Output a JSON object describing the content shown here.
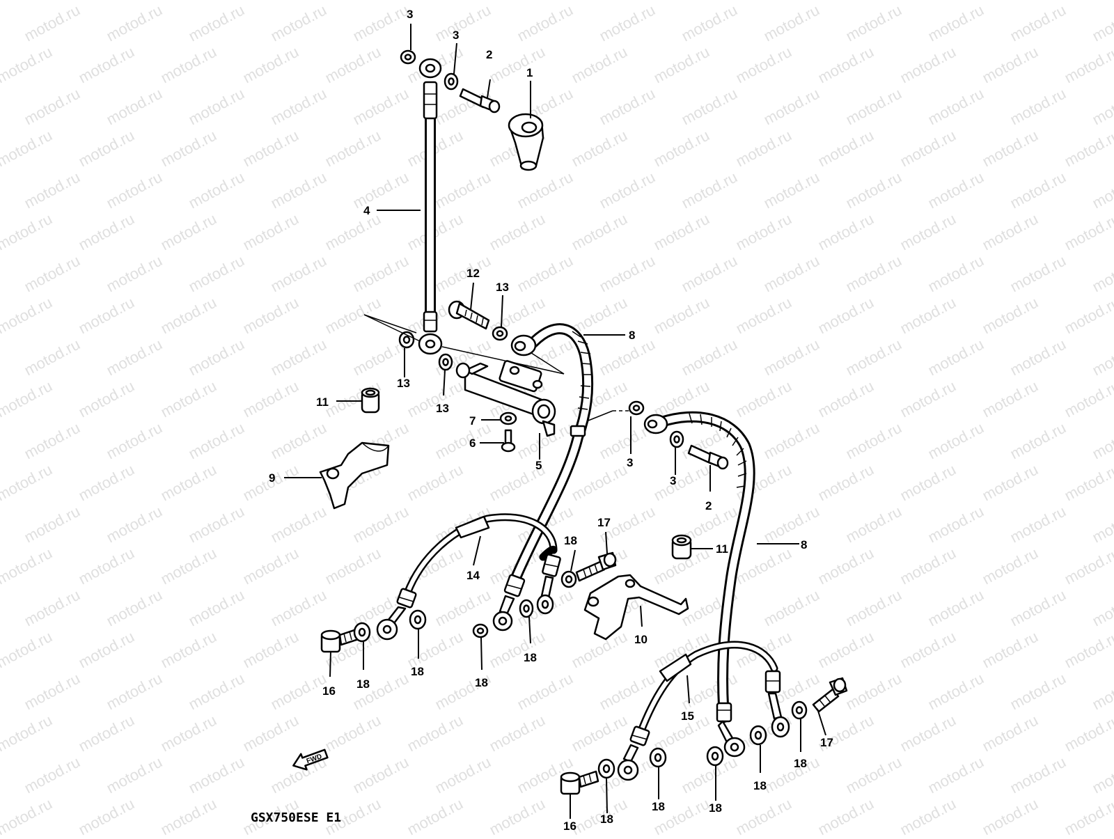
{
  "watermark": {
    "text": "motod.ru"
  },
  "model_code": "GSX750ESE E1",
  "direction_label": "FWD",
  "callouts": [
    "1",
    "2",
    "3",
    "4",
    "5",
    "6",
    "7",
    "8",
    "9",
    "10",
    "11",
    "12",
    "13",
    "14",
    "15",
    "16",
    "17",
    "18"
  ]
}
